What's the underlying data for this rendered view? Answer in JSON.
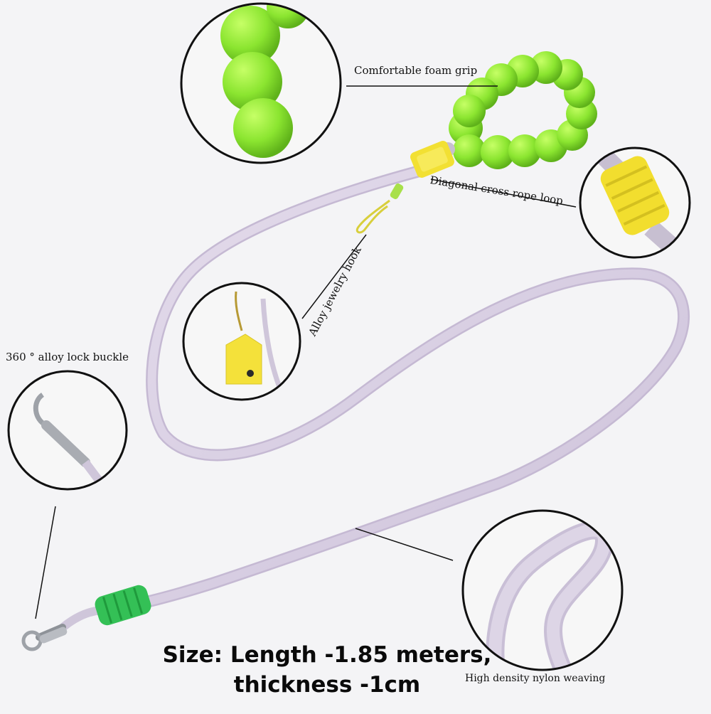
{
  "labels": {
    "foam_grip": "Comfortable foam grip",
    "rope_loop": "Diagonal cross rope loop",
    "jewelry_hook": "Alloy jewelry hook",
    "lock_buckle": "360 ° alloy lock buckle",
    "nylon": "High density nylon weaving"
  },
  "size": {
    "line1": "Size: Length -1.85 meters,",
    "line2": "thickness -1cm"
  },
  "colors": {
    "rope": "#d9cfe3",
    "grip": "#8be530",
    "loop_sleeve": "#f2e033",
    "end_sleeve": "#34c056",
    "metal": "#b9bcc2"
  }
}
